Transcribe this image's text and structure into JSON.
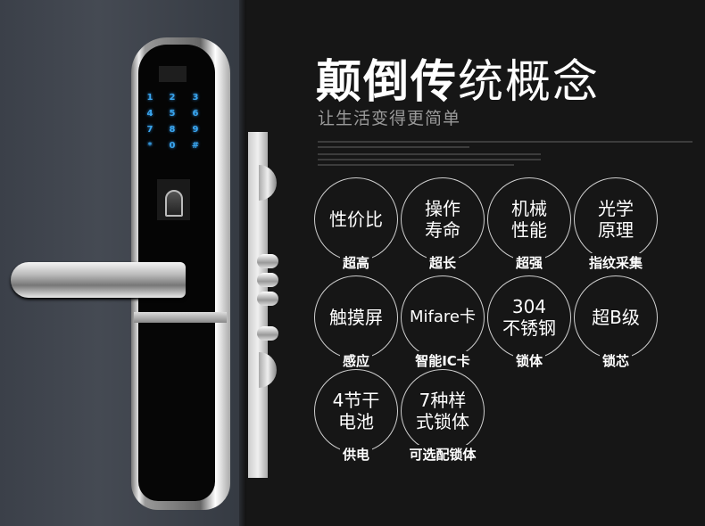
{
  "title": {
    "bold": "颠倒传",
    "light": "统概念"
  },
  "subtitle": "让生活变得更简单",
  "keypad": [
    "1",
    "2",
    "3",
    "4",
    "5",
    "6",
    "7",
    "8",
    "9",
    "*",
    "0",
    "#"
  ],
  "colors": {
    "background": "#161616",
    "keypad_glow": "#3aa6ef",
    "circle_stroke": "#cfcfcf"
  },
  "features": [
    {
      "text": "性价比",
      "label": "超高"
    },
    {
      "text": "操作\n寿命",
      "label": "超长"
    },
    {
      "text": "机械\n性能",
      "label": "超强"
    },
    {
      "text": "光学\n原理",
      "label": "指纹采集"
    },
    {
      "text": "触摸屏",
      "label": "感应"
    },
    {
      "text": "Mifare卡",
      "label": "智能IC卡"
    },
    {
      "text": "304\n不锈钢",
      "label": "锁体"
    },
    {
      "text": "超B级",
      "label": "锁芯"
    },
    {
      "text": "4节干\n电池",
      "label": "供电"
    },
    {
      "text": "7种样\n式锁体",
      "label": "可选配锁体"
    }
  ]
}
